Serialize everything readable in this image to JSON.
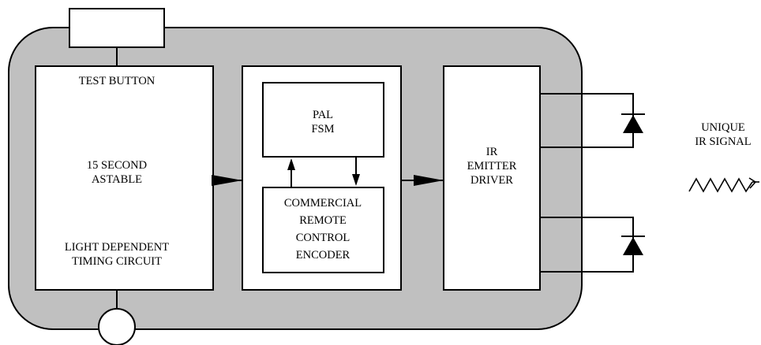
{
  "diagram": {
    "test_button": {
      "label": "TEST BUTTON"
    },
    "timing_block": {
      "lines": [
        "15 SECOND",
        "ASTABLE"
      ],
      "bottom_lines": [
        "LIGHT DEPENDENT",
        "TIMING CIRCUIT"
      ]
    },
    "pal_block": {
      "lines": [
        "PAL",
        "FSM"
      ]
    },
    "encoder_block": {
      "lines": [
        "COMMERCIAL",
        "REMOTE",
        "CONTROL",
        "ENCODER"
      ]
    },
    "ir_driver_block": {
      "lines": [
        "IR",
        "EMITTER",
        "DRIVER"
      ]
    },
    "signal": {
      "lines": [
        "UNIQUE",
        "IR SIGNAL"
      ]
    },
    "colors": {
      "enclosure_fill": "#c0c0c0",
      "block_fill": "#ffffff",
      "stroke": "#000000"
    }
  }
}
